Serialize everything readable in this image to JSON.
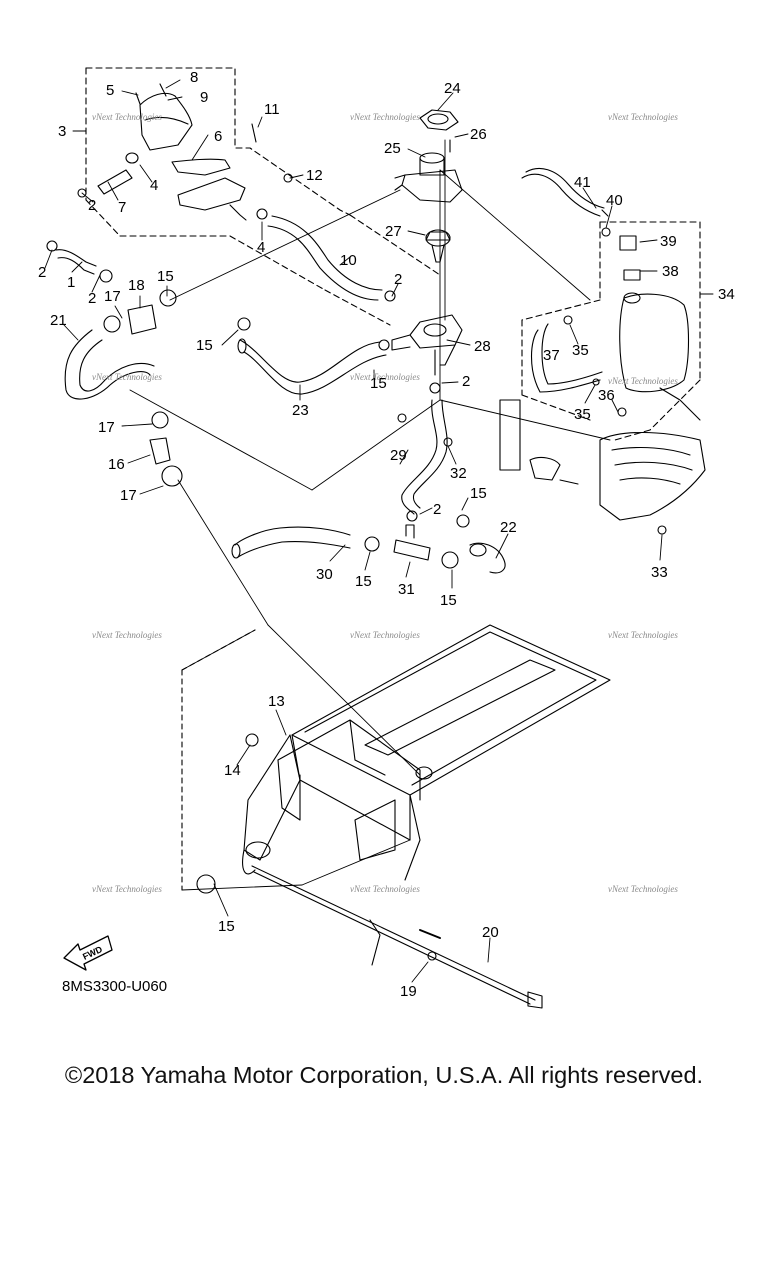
{
  "diagram": {
    "callouts": [
      "1",
      "2",
      "3",
      "4",
      "5",
      "6",
      "7",
      "8",
      "9",
      "10",
      "11",
      "12",
      "13",
      "14",
      "15",
      "16",
      "17",
      "18",
      "19",
      "20",
      "21",
      "22",
      "23",
      "24",
      "25",
      "26",
      "27",
      "28",
      "29",
      "30",
      "31",
      "32",
      "33",
      "34",
      "35",
      "36",
      "37",
      "38",
      "39",
      "40",
      "41"
    ],
    "fwd_label": "FWD",
    "watermark_line1": "vNext Technologies",
    "watermark_line2": "Technologies",
    "drawing_code": "8MS3300-U060"
  },
  "footer": {
    "copyright": "©2018 Yamaha Motor Corporation, U.S.A. All rights reserved."
  }
}
